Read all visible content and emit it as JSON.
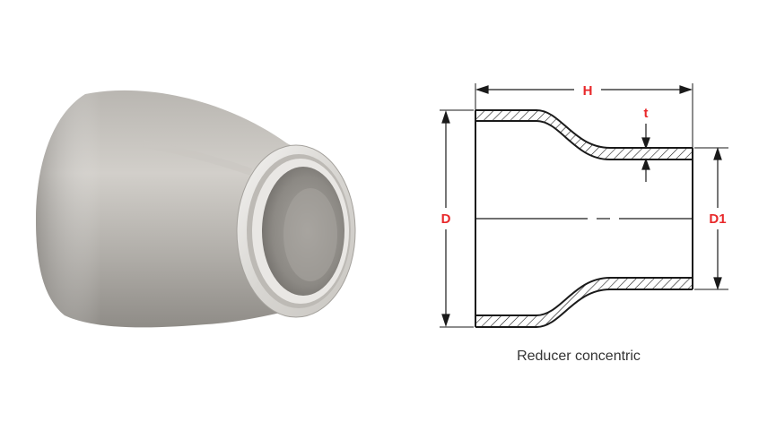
{
  "product_photo": {
    "description_icon": "concentric-reducer-photo"
  },
  "drawing": {
    "labels": {
      "overall_length": "H",
      "wall_thickness": "t",
      "large_diameter": "D",
      "small_diameter": "D1"
    },
    "caption": "Reducer concentric",
    "colors": {
      "label": "#e8282a",
      "line": "#1a1a1a",
      "hatch": "#1a1a1a"
    }
  }
}
